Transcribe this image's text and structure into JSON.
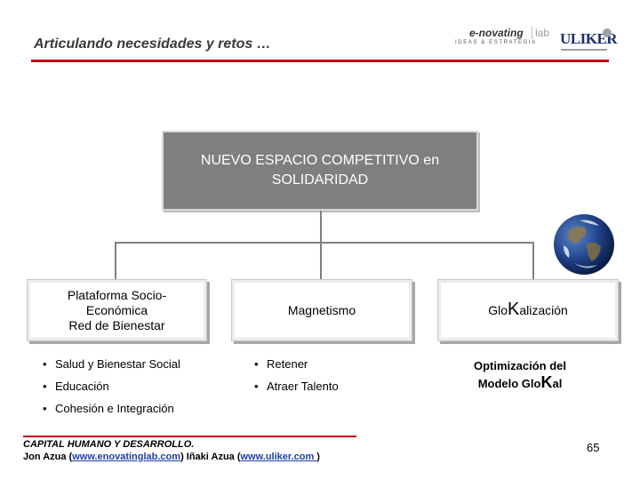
{
  "header": {
    "title": "Articulando necesidades y retos …",
    "logo_enovating": {
      "name": "e-novating",
      "lab": "lab",
      "tagline": "IDEAS & ESTRATEGIA"
    },
    "logo_uliker": {
      "name": "ULIKER"
    },
    "accent_color": "#c0001e"
  },
  "main_box": {
    "text": "NUEVO ESPACIO COMPETITIVO en SOLIDARIDAD",
    "fill_color": "#7f7f7f"
  },
  "columns": [
    {
      "line1": "Plataforma Socio-",
      "line2": "Económica",
      "line3": "Red de Bienestar",
      "bullets": [
        "Salud y Bienestar Social",
        "Educación",
        "Cohesión e Integración"
      ]
    },
    {
      "label": "Magnetismo",
      "bullets": [
        "Retener",
        "Atraer Talento"
      ]
    },
    {
      "label_pre": "Glo",
      "label_k": "K",
      "label_post": "alización",
      "note_line1": "Optimización del",
      "note_line2_pre": "Modelo Glo",
      "note_line2_k": "K",
      "note_line2_post": "al"
    }
  ],
  "globe_icon": "earth-globe-icon",
  "footer": {
    "line1": "CAPITAL HUMANO Y DESARROLLO.",
    "author1": "Jon Azua (",
    "link1": "www.enovatinglab.com",
    "mid": ") Iñaki Azua (",
    "link2": "www.uliker.com ",
    "end": ")",
    "page_number": "65"
  }
}
